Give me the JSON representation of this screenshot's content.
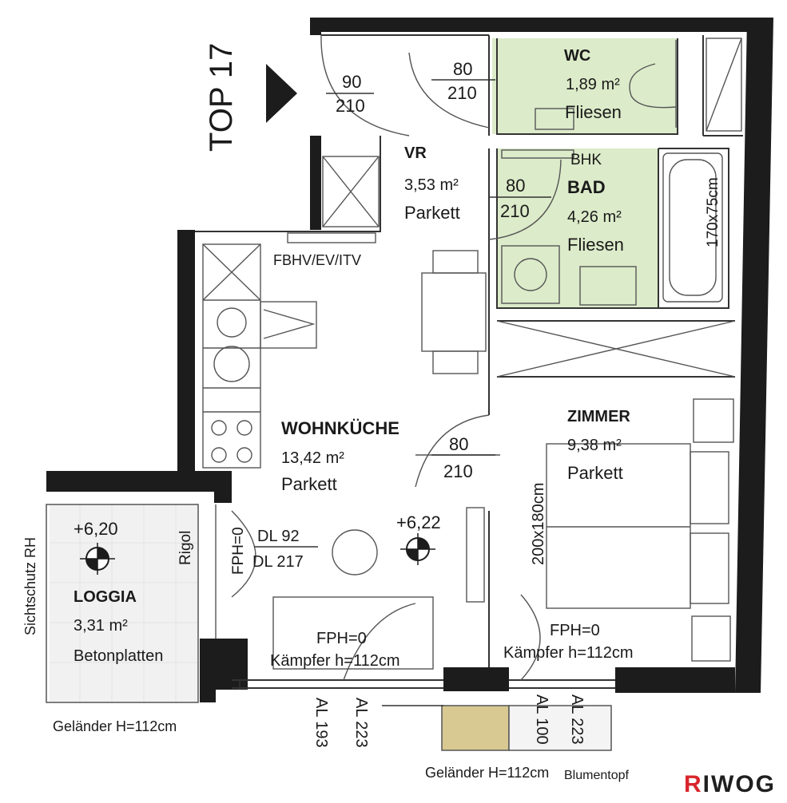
{
  "unit_title": "TOP 17",
  "rooms": {
    "wc": {
      "name": "WC",
      "area": "1,89 m²",
      "floor": "Fliesen"
    },
    "vr": {
      "name": "VR",
      "area": "3,53 m²",
      "floor": "Parkett"
    },
    "bad": {
      "name": "BAD",
      "area": "4,26 m²",
      "floor": "Fliesen"
    },
    "wohnkueche": {
      "name": "WOHNKÜCHE",
      "area": "13,42 m²",
      "floor": "Parkett"
    },
    "zimmer": {
      "name": "ZIMMER",
      "area": "9,38 m²",
      "floor": "Parkett"
    },
    "loggia": {
      "name": "LOGGIA",
      "area": "3,31 m²",
      "floor": "Betonplatten"
    }
  },
  "doors": {
    "entrance": {
      "width": "90",
      "height": "210"
    },
    "wc": {
      "width": "80",
      "height": "210"
    },
    "bad": {
      "width": "80",
      "height": "210"
    },
    "zimmer": {
      "width": "80",
      "height": "210"
    }
  },
  "labels": {
    "bhk": "BHK",
    "fbhv": "FBHV/EV/ITV",
    "bathtub": "170x75cm",
    "bed": "200x180cm",
    "dl_width": "DL 92",
    "dl_height": "DL 217",
    "fph_vertical": "FPH=0",
    "rigol": "Rigol",
    "level_loggia": "+6,20",
    "level_living": "+6,22",
    "fph_living": "FPH=0",
    "kaempfer_living": "Kämpfer h=112cm",
    "fph_zimmer": "FPH=0",
    "kaempfer_zimmer": "Kämpfer h=112cm",
    "sichtschutz": "Sichtschutz RH",
    "gelaender_loggia": "Geländer H=112cm",
    "gelaender_front": "Geländer H=112cm",
    "blumentopf": "Blumentopf",
    "al_193": "AL 193",
    "al_223_a": "AL 223",
    "al_100": "AL 100",
    "al_223_b": "AL 223"
  },
  "brand": {
    "mark": "R",
    "rest": "IWOG",
    "mark_color": "#d8262c"
  },
  "colors": {
    "wet_room": "#dcebc9",
    "wall": "#1c1c1c",
    "planter": "#d8c993"
  }
}
